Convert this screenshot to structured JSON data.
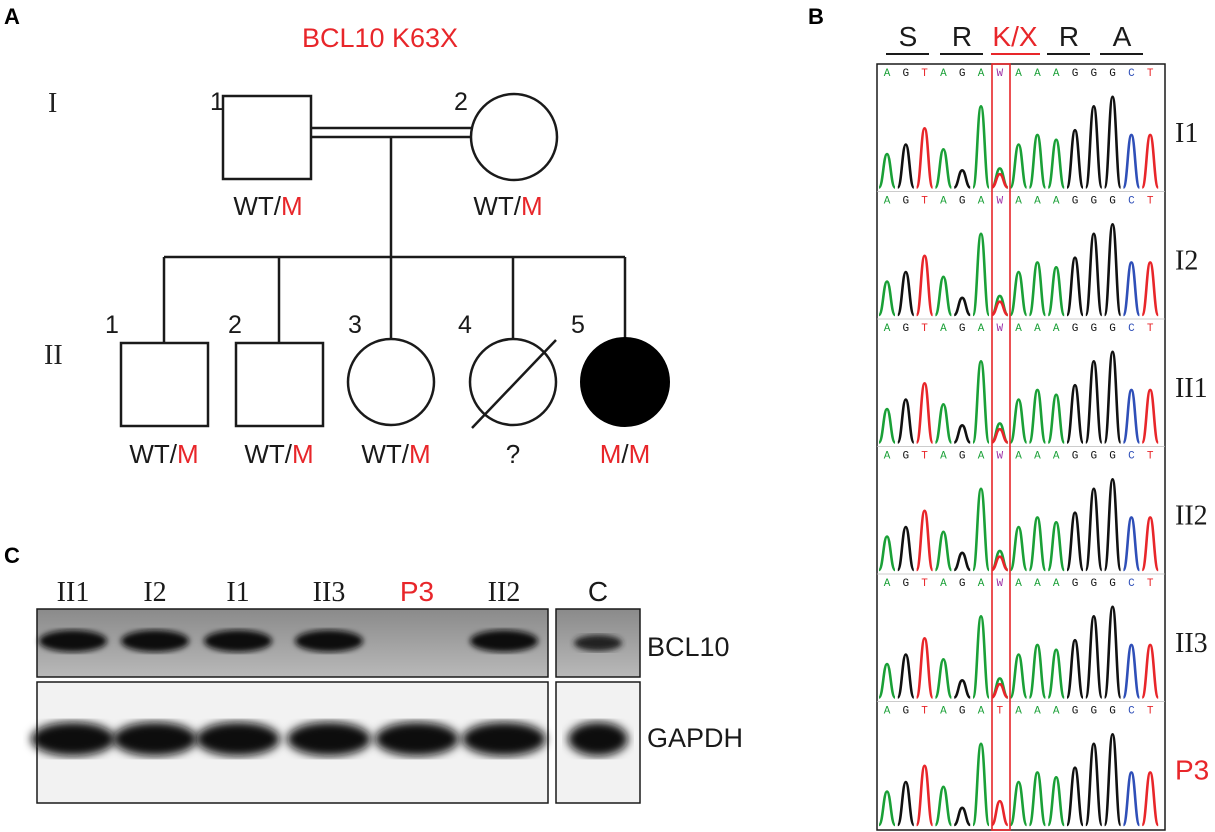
{
  "colors": {
    "mutant_red": "#e8262a",
    "base_A": "#1aa037",
    "base_G": "#111111",
    "base_T": "#e8262a",
    "base_C": "#2f4fb8",
    "base_W": "#9b2fa6"
  },
  "panel_a": {
    "letter": "A",
    "title": "BCL10 K63X",
    "generations": [
      "I",
      "II"
    ],
    "gen1": [
      {
        "num": "1",
        "shape": "square",
        "genotype_wt": "WT/",
        "genotype_m": "M"
      },
      {
        "num": "2",
        "shape": "circle",
        "genotype_wt": "WT/",
        "genotype_m": "M"
      }
    ],
    "gen2": [
      {
        "num": "1",
        "shape": "square",
        "genotype": "WT/M"
      },
      {
        "num": "2",
        "shape": "square",
        "genotype": "WT/M"
      },
      {
        "num": "3",
        "shape": "circle",
        "genotype": "WT/M"
      },
      {
        "num": "4",
        "shape": "circle-deceased",
        "genotype": "?"
      },
      {
        "num": "5",
        "shape": "circle-affected",
        "genotype": "M/M"
      }
    ],
    "gen2_wt": "WT/",
    "gen2_m": "M",
    "unknown": "?",
    "affected_m1": "M",
    "affected_slash": "/",
    "affected_m2": "M"
  },
  "panel_b": {
    "letter": "B",
    "codons": [
      "S",
      "R",
      "K/X",
      "R",
      "A"
    ],
    "tracks": [
      {
        "label": "I1",
        "seq": "AGTAGAWAAAGGGCT"
      },
      {
        "label": "I2",
        "seq": "AGTAGAWAAAGGGCT"
      },
      {
        "label": "II1",
        "seq": "AGTAGAWAAAGGGCT"
      },
      {
        "label": "II2",
        "seq": "AGTAGAWAAAGGGCT"
      },
      {
        "label": "II3",
        "seq": "AGTAGAWAAAGGGCT"
      },
      {
        "label": "P3",
        "seq": "AGTAGATAAAGGGCT"
      }
    ]
  },
  "panel_c": {
    "letter": "C",
    "lanes": [
      "II1",
      "I2",
      "I1",
      "II3",
      "P3",
      "II2"
    ],
    "control_lane": "C",
    "band_labels": [
      "BCL10",
      "GAPDH"
    ]
  }
}
